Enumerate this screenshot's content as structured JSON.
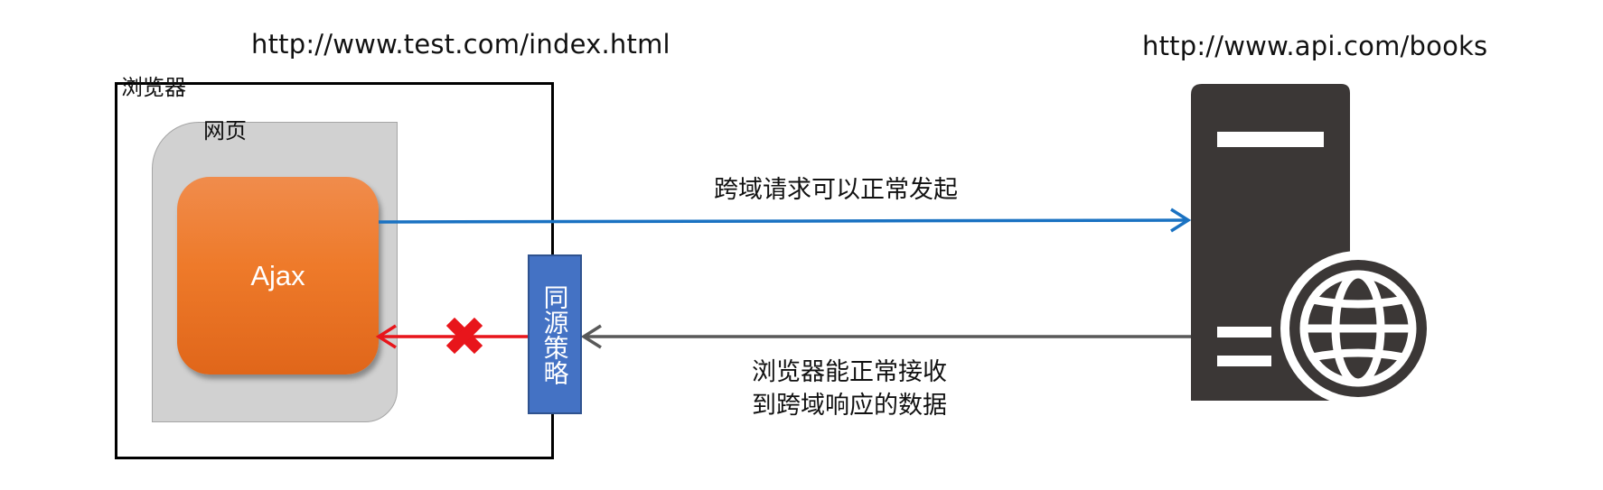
{
  "client": {
    "url": "http://www.test.com/index.html",
    "browser_label": "浏览器",
    "webpage_label": "网页",
    "ajax_label": "Ajax"
  },
  "server": {
    "url": "http://www.api.com/books",
    "icon": "web-server-icon"
  },
  "policy": {
    "label": "同源策略",
    "color": "#4472c4"
  },
  "flows": {
    "request_caption": "跨域请求可以正常发起",
    "request_color": "#1a72c2",
    "response_caption_line1": "浏览器能正常接收",
    "response_caption_line2": "到跨域响应的数据",
    "response_color": "#595959",
    "blocked_color": "#e8151b",
    "blocked_icon": "cross-mark-icon"
  },
  "colors": {
    "ajax_orange": "#ee7a2a",
    "panel_gray": "#d1d1d1",
    "server_dark": "#3b3736"
  }
}
